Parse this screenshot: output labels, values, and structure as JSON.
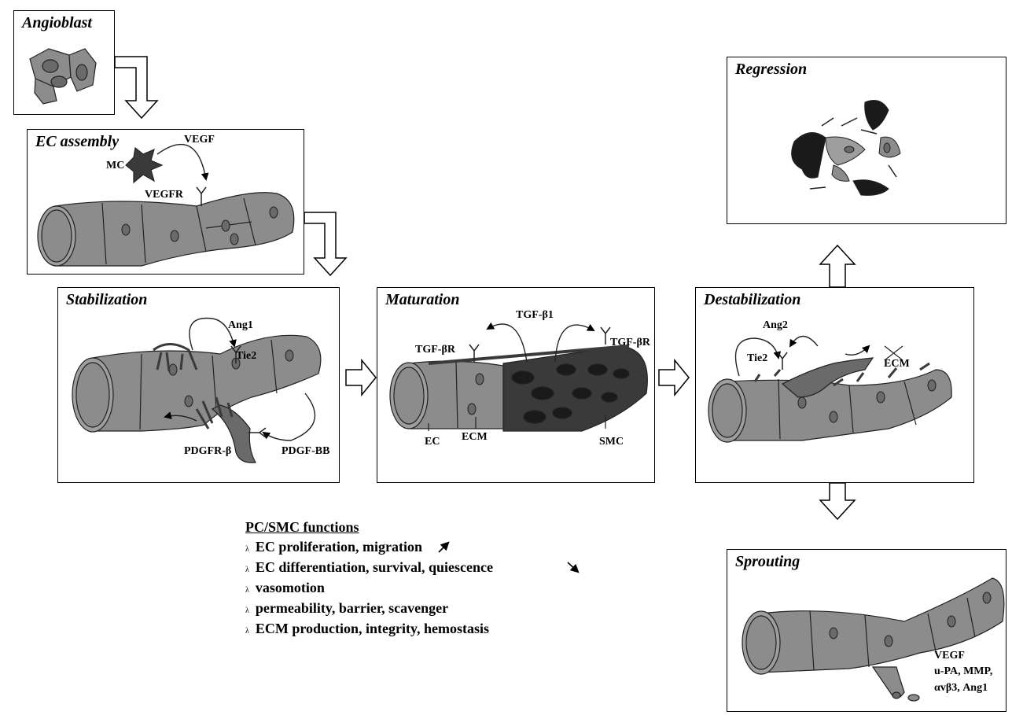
{
  "panels": {
    "angioblast": {
      "title": "Angioblast"
    },
    "ec_assembly": {
      "title": "EC assembly",
      "labels": {
        "vegf": "VEGF",
        "mc": "MC",
        "vegfr": "VEGFR"
      }
    },
    "stabilization": {
      "title": "Stabilization",
      "labels": {
        "ang1": "Ang1",
        "tie2": "Tie2",
        "pdgfr": "PDGFR-β",
        "pdgf_bb": "PDGF-BB"
      }
    },
    "maturation": {
      "title": "Maturation",
      "labels": {
        "tgf_b1": "TGF-β1",
        "tgf_br_left": "TGF-βR",
        "tgf_br_right": "TGF-βR",
        "ec": "EC",
        "ecm": "ECM",
        "smc": "SMC"
      }
    },
    "destabilization": {
      "title": "Destabilization",
      "labels": {
        "ang2": "Ang2",
        "tie2": "Tie2",
        "ecm": "ECM"
      }
    },
    "regression": {
      "title": "Regression"
    },
    "sprouting": {
      "title": "Sprouting",
      "labels": {
        "line1": "VEGF",
        "line2": "u-PA, MMP,",
        "line3": "αvβ3, Ang1"
      }
    }
  },
  "legend": {
    "title": "PC/SMC functions",
    "bullet": "λ",
    "items": [
      "EC proliferation, migration",
      "EC differentiation, survival, quiescence",
      "vasomotion",
      "permeability, barrier, scavenger",
      "ECM production, integrity, hemostasis"
    ]
  },
  "colors": {
    "vessel": "#8c8c8c",
    "vessel_dark": "#3a3a3a",
    "nucleus": "#6a6a6a",
    "line": "#000000"
  }
}
